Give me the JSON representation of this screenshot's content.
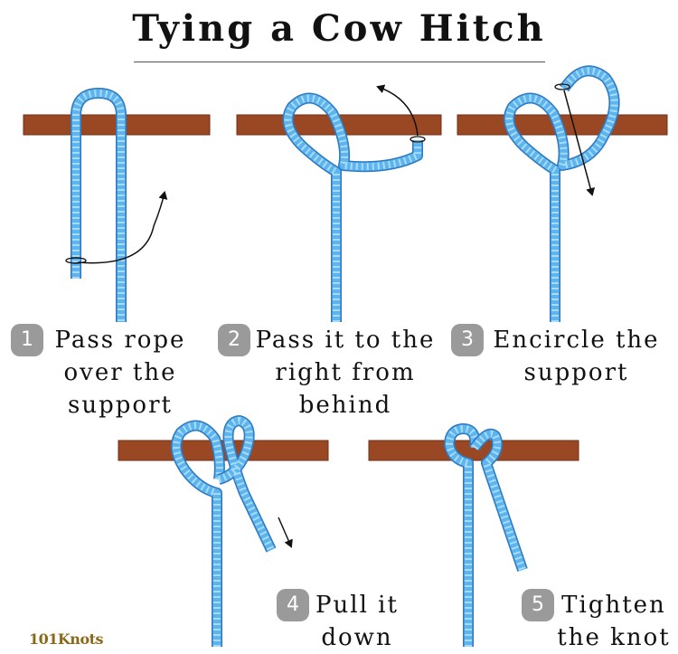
{
  "title": "Tying a Cow Hitch",
  "logo": "101Knots",
  "colors": {
    "rope": "#5eb4ec",
    "rope_dark": "#2e78c4",
    "rope_band": "#a6dcfa",
    "pole": "#9a4824",
    "pole_edge": "#6e2f14",
    "badge": "#9a9a9a"
  },
  "steps": [
    {
      "number": "1",
      "lines": [
        "Pass rope",
        "over the",
        "support"
      ]
    },
    {
      "number": "2",
      "lines": [
        "Pass it to the",
        "right from",
        "behind"
      ]
    },
    {
      "number": "3",
      "lines": [
        "Encircle the",
        "support"
      ]
    },
    {
      "number": "4",
      "lines": [
        "Pull it",
        "down"
      ]
    },
    {
      "number": "5",
      "lines": [
        "Tighten",
        "the knot"
      ]
    }
  ]
}
